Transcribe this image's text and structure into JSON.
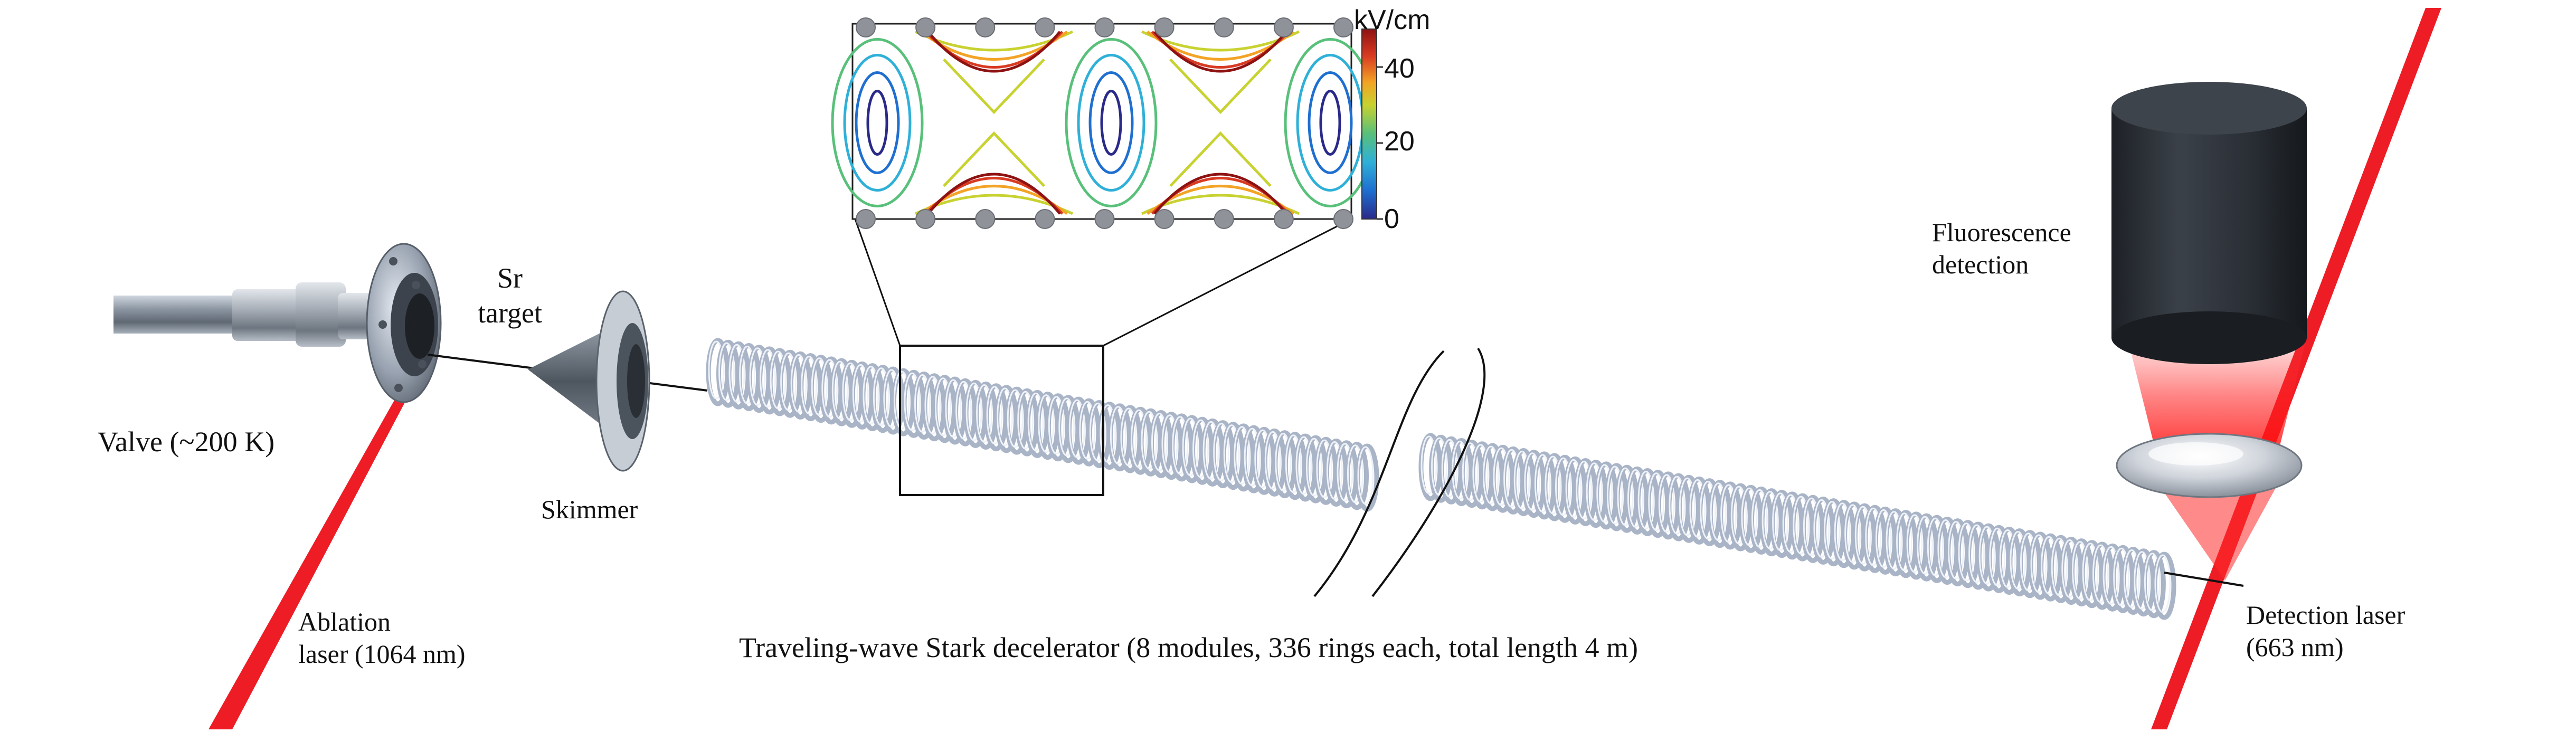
{
  "labels": {
    "sr_target": [
      "Sr",
      "target"
    ],
    "valve": "Valve (~200 K)",
    "skimmer": "Skimmer",
    "ablation": [
      "Ablation",
      "laser (1064 nm)"
    ],
    "decelerator": "Traveling-wave Stark decelerator (8 modules, 336 rings each, total length 4 m)",
    "fluorescence": [
      "Fluorescence",
      "detection"
    ],
    "detection": [
      "Detection laser",
      "(663 nm)"
    ]
  },
  "colorbar": {
    "unit": "kV/cm",
    "ticks": [
      "40",
      "20",
      "0"
    ],
    "tick_values": [
      40,
      20,
      0
    ],
    "range": [
      0,
      50
    ],
    "colormap": [
      "#2a2a8a",
      "#1f6fd0",
      "#2fb0d8",
      "#58c07a",
      "#c8d230",
      "#f3a325",
      "#d83a22",
      "#8e1212"
    ]
  },
  "colors": {
    "laser": "#ee1c25",
    "ring_metal": "#a9b4c7",
    "detector_body": "#2b2f36"
  },
  "components": {
    "valve": "valve",
    "skimmer": "skimmer-cone",
    "decelerator": "ring-decelerator",
    "detector": "fluorescence-detector",
    "lens": "collection-lens"
  }
}
